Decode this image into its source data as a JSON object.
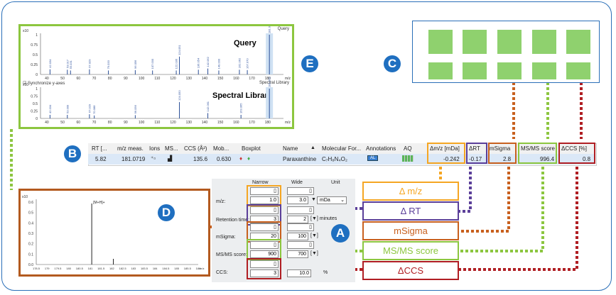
{
  "badges": {
    "a": "A",
    "b": "B",
    "c": "C",
    "d": "D",
    "e": "E"
  },
  "spectra": {
    "corner": "Query",
    "query_title": "Query",
    "library_title": "Spectral Library",
    "library_corner": "Spectral Library",
    "sync_label": "Synchronize y-axes",
    "yexp": "x10",
    "yticks": [
      "1",
      "0.75",
      "0.5",
      "0.25",
      "0"
    ],
    "xticks": [
      "40",
      "50",
      "60",
      "70",
      "80",
      "90",
      "100",
      "110",
      "120",
      "130",
      "140",
      "150",
      "160",
      "170",
      "180"
    ],
    "xunit": "m/z",
    "query_peaks": [
      {
        "mz": 42.03,
        "rel": 0.13,
        "label": "42.034"
      },
      {
        "mz": 53.02,
        "rel": 0.12,
        "label": "53.017"
      },
      {
        "mz": 55.03,
        "rel": 0.1,
        "label": "55.031"
      },
      {
        "mz": 67.03,
        "rel": 0.13,
        "label": "67.029"
      },
      {
        "mz": 79.03,
        "rel": 0.1,
        "label": "79.033"
      },
      {
        "mz": 96.06,
        "rel": 0.11,
        "label": "96.056"
      },
      {
        "mz": 107.0,
        "rel": 0.1,
        "label": "107.000"
      },
      {
        "mz": 122.04,
        "rel": 0.1,
        "label": "122.036"
      },
      {
        "mz": 124.05,
        "rel": 0.45,
        "label": "124.051"
      },
      {
        "mz": 136.06,
        "rel": 0.12,
        "label": "136.054"
      },
      {
        "mz": 142.06,
        "rel": 0.15,
        "label": "142.062"
      },
      {
        "mz": 149.0,
        "rel": 0.1,
        "label": "149.000"
      },
      {
        "mz": 162.06,
        "rel": 0.12,
        "label": "162.062"
      },
      {
        "mz": 167.07,
        "rel": 0.11,
        "label": "167.070"
      },
      {
        "mz": 181.07,
        "rel": 1.0,
        "label": "181.072"
      }
    ],
    "library_peaks": [
      {
        "mz": 42.03,
        "rel": 0.12,
        "label": "42.034"
      },
      {
        "mz": 53.02,
        "rel": 0.12,
        "label": "53.009"
      },
      {
        "mz": 67.03,
        "rel": 0.14,
        "label": "67.029"
      },
      {
        "mz": 70.09,
        "rel": 0.1,
        "label": "70.088"
      },
      {
        "mz": 96.06,
        "rel": 0.11,
        "label": "96.056"
      },
      {
        "mz": 124.05,
        "rel": 0.55,
        "label": "124.050"
      },
      {
        "mz": 142.06,
        "rel": 0.18,
        "label": "142.061"
      },
      {
        "mz": 163.06,
        "rel": 0.12,
        "label": "163.065"
      },
      {
        "mz": 181.07,
        "rel": 1.0,
        "label": "181.072"
      }
    ]
  },
  "table": {
    "headers": [
      "RT [...",
      "m/z meas.",
      "Ions",
      "MS...",
      "CCS (Å²)",
      "Mob...",
      "Boxplot",
      "Name",
      "Molecular For...",
      "Annotations",
      "AQ",
      "Δm/z [mDa]",
      "ΔRT",
      "mSigma",
      "MS/MS score",
      "ΔCCS [%]"
    ],
    "row": {
      "rt": "5.82",
      "mz": "181.0719",
      "ccs": "135.6",
      "mob": "0.630",
      "name": "Paraxanthine",
      "formula": "C₇H₈N₄O₂",
      "annotation": "AL",
      "dmz": "-0.242",
      "drt": "-0.17",
      "msigma": "2.8",
      "msms": "996.4",
      "dccs": "0.8"
    }
  },
  "params": {
    "col_narrow": "Narrow",
    "col_wide": "Wide",
    "col_unit": "Unit",
    "mz": {
      "label": "m/z:",
      "narrow": "1.0",
      "wide": "3.0",
      "unit": "mDa"
    },
    "rt": {
      "label": "Retention time:",
      "narrow": "3",
      "wide": "2",
      "unit": "[▼] minutes"
    },
    "msigma": {
      "label": "mSigma:",
      "narrow": "20",
      "wide": "100",
      "unit": "[▼]"
    },
    "msms": {
      "label": "MS/MS score:",
      "narrow": "900",
      "wide": "700",
      "unit": "[▼]"
    },
    "ccs": {
      "label": "CCS:",
      "narrow": "3",
      "wide": "10.0",
      "unit": "%"
    }
  },
  "labels": [
    "Δ m/z",
    "Δ RT",
    "mSigma",
    "MS/MS score",
    "ΔCCS"
  ],
  "ms1": {
    "exp": "x10",
    "peak_label": "[M+H]+",
    "yticks": [
      "0.6",
      "0.5",
      "0.4",
      "0.3",
      "0.2",
      "0.1",
      "0.0"
    ],
    "xticks": [
      "178.5",
      "179",
      "179.5",
      "180",
      "180.5",
      "181",
      "181.5",
      "182",
      "182.5",
      "183",
      "183.5",
      "184",
      "184.5",
      "185",
      "185.5",
      "186"
    ],
    "xunit": "m/z"
  },
  "colors": {
    "green": "#8cc63f",
    "orange": "#f5a623",
    "purple": "#5b3f99",
    "rust": "#c8601e",
    "lightgreen": "#8fd16e",
    "red": "#b01e23",
    "blue": "#1f6fc0",
    "brown": "#b35a1f"
  }
}
